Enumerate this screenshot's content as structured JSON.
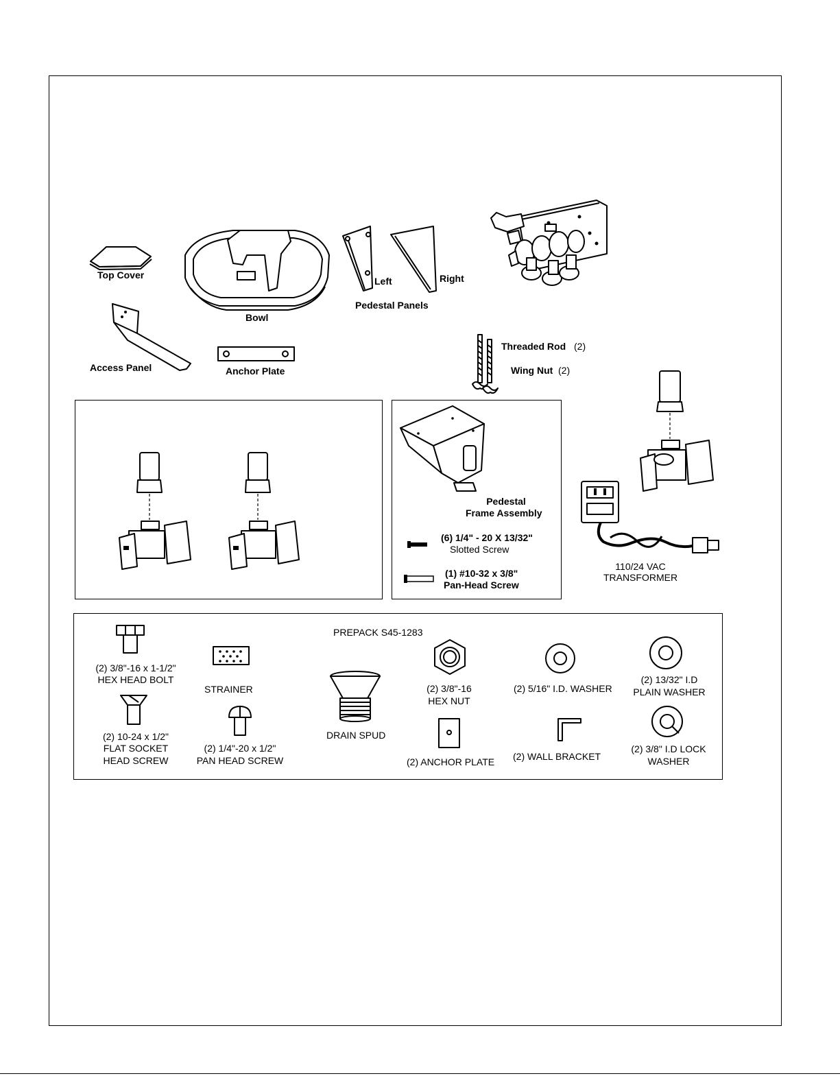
{
  "parts_top": {
    "top_cover": "Top Cover",
    "bowl": "Bowl",
    "left": "Left",
    "right": "Right",
    "pedestal_panels": "Pedestal Panels",
    "access_panel": "Access Panel",
    "anchor_plate": "Anchor Plate",
    "threaded_rod": "Threaded Rod",
    "threaded_rod_qty": "(2)",
    "wing_nut": "Wing Nut",
    "wing_nut_qty": "(2)"
  },
  "frame_box": {
    "pedestal_line1": "Pedestal",
    "pedestal_line2": "Frame Assembly",
    "slotted_qty": "(6) 1/4\" - 20 X 13/32\"",
    "slotted_name": "Slotted Screw",
    "panhead_qty": "(1) #10-32 x 3/8\"",
    "panhead_name": "Pan-Head Screw"
  },
  "transformer": {
    "line1": "110/24 VAC",
    "line2": "TRANSFORMER"
  },
  "prepack": {
    "title": "PREPACK S45-1283",
    "hex_bolt_1": "(2) 3/8\"-16 x 1-1/2\"",
    "hex_bolt_2": "HEX HEAD BOLT",
    "strainer": "STRAINER",
    "flat_socket_1": "(2) 10-24 x 1/2\"",
    "flat_socket_2": "FLAT SOCKET",
    "flat_socket_3": "HEAD SCREW",
    "pan_head_1": "(2) 1/4\"-20 x 1/2\"",
    "pan_head_2": "PAN HEAD SCREW",
    "drain_spud": "DRAIN SPUD",
    "hex_nut_1": "(2) 3/8\"-16",
    "hex_nut_2": "HEX NUT",
    "anchor_plate": "(2) ANCHOR PLATE",
    "washer_516": "(2) 5/16\" I.D. WASHER",
    "wall_bracket": "(2) WALL BRACKET",
    "plain_washer_1": "(2) 13/32\" I.D",
    "plain_washer_2": "PLAIN WASHER",
    "lock_washer_1": "(2) 3/8\" I.D  LOCK",
    "lock_washer_2": "WASHER"
  }
}
